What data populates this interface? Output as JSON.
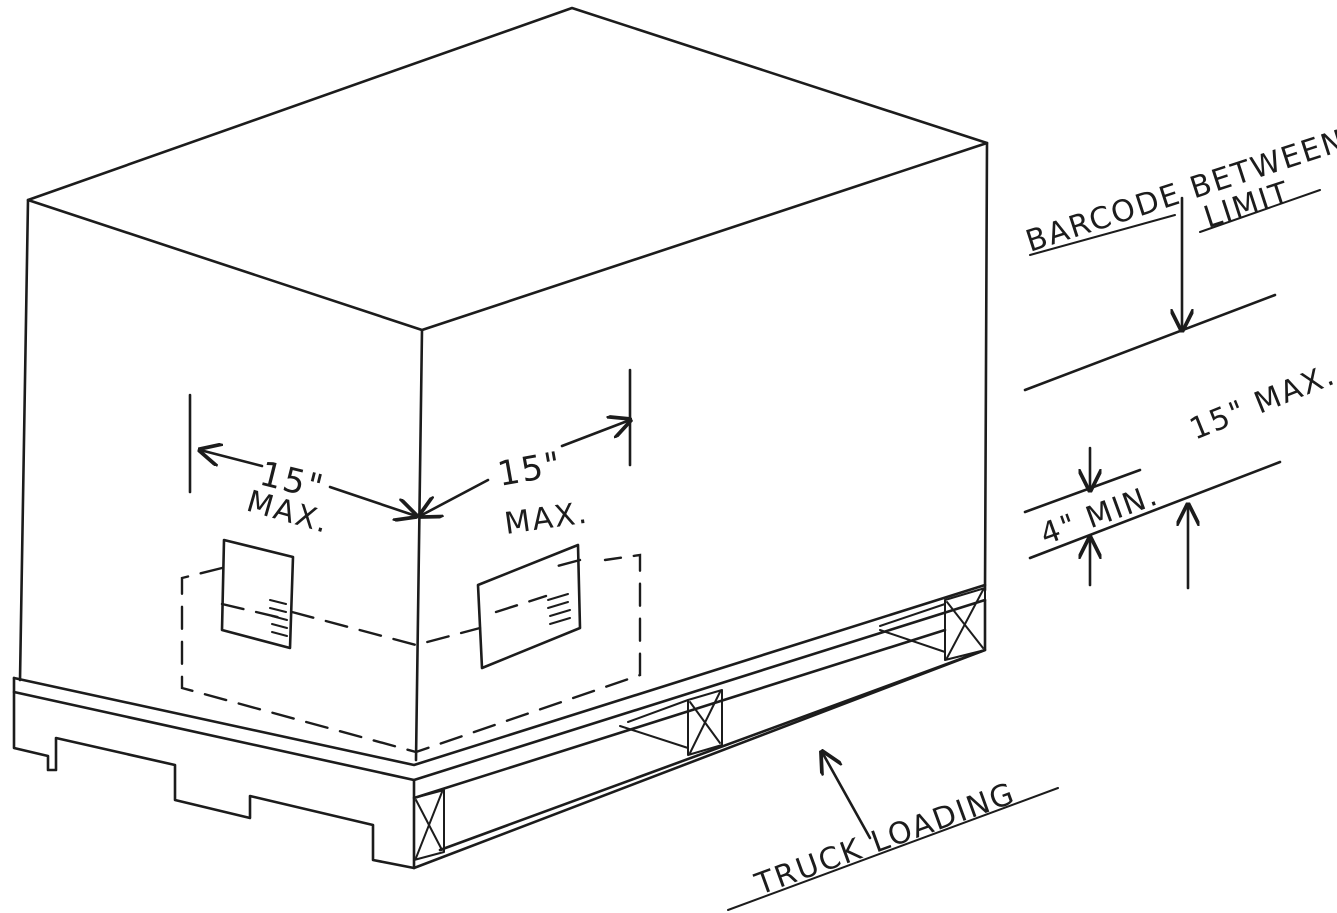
{
  "labels": {
    "left_width": "15\"",
    "left_width_unit": "MAX.",
    "right_width": "15\"",
    "right_width_unit": "MAX.",
    "barcode_line1": "BARCODE BETWEEN",
    "barcode_line2": "LIMIT",
    "min_height": "4\" MIN.",
    "max_height": "15\" MAX.",
    "truck_loading": "TRUCK LOADING"
  },
  "colors": {
    "ink": "#1c1c1c",
    "paper": "#ffffff"
  }
}
